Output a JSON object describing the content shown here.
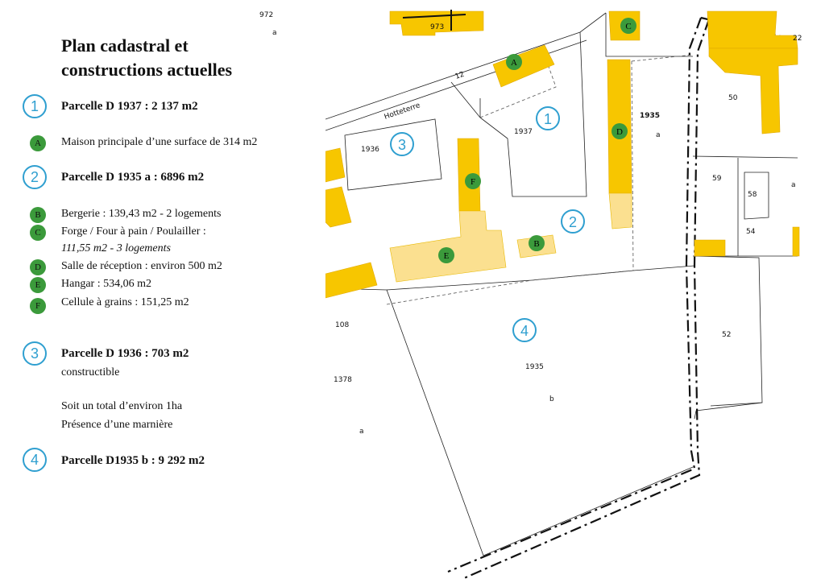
{
  "legend": {
    "title_line1": "Plan cadastral et",
    "title_line2": "constructions actuelles",
    "p1_num": "1",
    "p1_text": "Parcelle D 1937 : 2 137 m2",
    "a_badge": "A",
    "a_text": "Maison principale d’une surface de 314 m2",
    "p2_num": "2",
    "p2_text": "Parcelle D 1935 a : 6896 m2",
    "b_badge": "B",
    "b_text": "Bergerie : 139,43  m2   - 2 logements",
    "c_badge": "C",
    "c_text": "Forge / Four à pain / Poulailler :",
    "c_text2": "111,55 m2 - 3 logements",
    "d_badge": "D",
    "d_text": "Salle de réception : environ 500 m2",
    "e_badge": "E",
    "e_text": "Hangar : 534,06 m2",
    "f_badge": "F",
    "f_text": "Cellule à grains  : 151,25 m2",
    "p3_num": "3",
    "p3_text": "Parcelle D 1936 : 703 m2",
    "p3_sub": "constructible",
    "total_text": "Soit un total d’environ  1ha",
    "marniere_text": "Présence d’une marnière",
    "p4_num": "4",
    "p4_text": "Parcelle D1935 b : 9 292 m2"
  },
  "map": {
    "street_name": "Hotteterre",
    "street_num": "12",
    "labels": {
      "l972": "972",
      "l972a": "a",
      "l973": "973",
      "l1937": "1937",
      "l1935": "1935",
      "l1935a": "a",
      "l50": "50",
      "l59": "59",
      "l58": "58",
      "l54": "54",
      "la_right": "a",
      "l1936": "1936",
      "l108": "108",
      "l1378": "1378",
      "l1378a": "a",
      "l1935_lower": "1935",
      "l1935b": "b",
      "l52": "52",
      "l22": "22"
    },
    "parcel_markers": {
      "m1": "1",
      "m2": "2",
      "m3": "3",
      "m4": "4"
    },
    "building_badges": {
      "A": "A",
      "B": "B",
      "C": "C",
      "D": "D",
      "E": "E",
      "F": "F"
    },
    "colors": {
      "building": "#f7c600",
      "building_light": "#fbe090",
      "badge": "#3b9a3b",
      "marker": "#2f9fd0"
    }
  }
}
